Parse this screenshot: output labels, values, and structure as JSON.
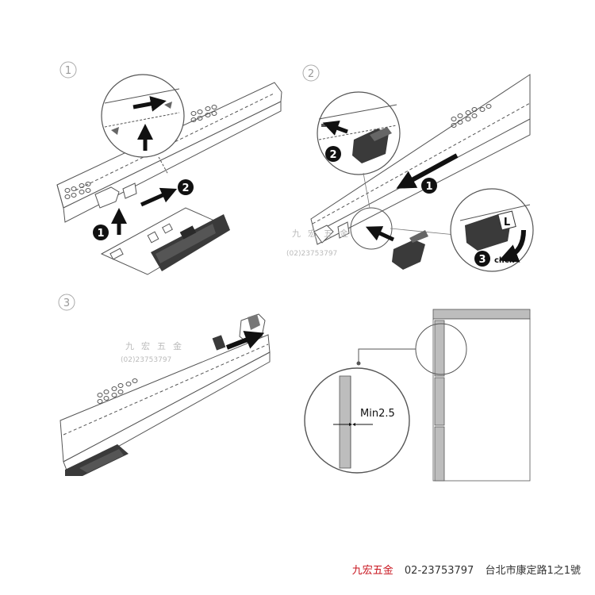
{
  "steps": {
    "step1_number": "1",
    "step2_number": "2",
    "step3_number": "3"
  },
  "callouts": {
    "one": "1",
    "two": "2",
    "three": "3",
    "click_label": "click",
    "clip_letter": "L"
  },
  "measurement": {
    "min_label": "Min2.5"
  },
  "watermark": {
    "chars": [
      "九",
      "宏",
      "五",
      "金"
    ],
    "phone": "(02)23753797"
  },
  "footer": {
    "brand": "九宏五金",
    "phone": "02-23753797",
    "address": "台北市康定路1之1號"
  },
  "colors": {
    "line": "#555555",
    "arrow": "#111111",
    "dark_part": "#3a3a3a",
    "panel_gray": "#bdbdbd",
    "brand_red": "#c8141e"
  }
}
